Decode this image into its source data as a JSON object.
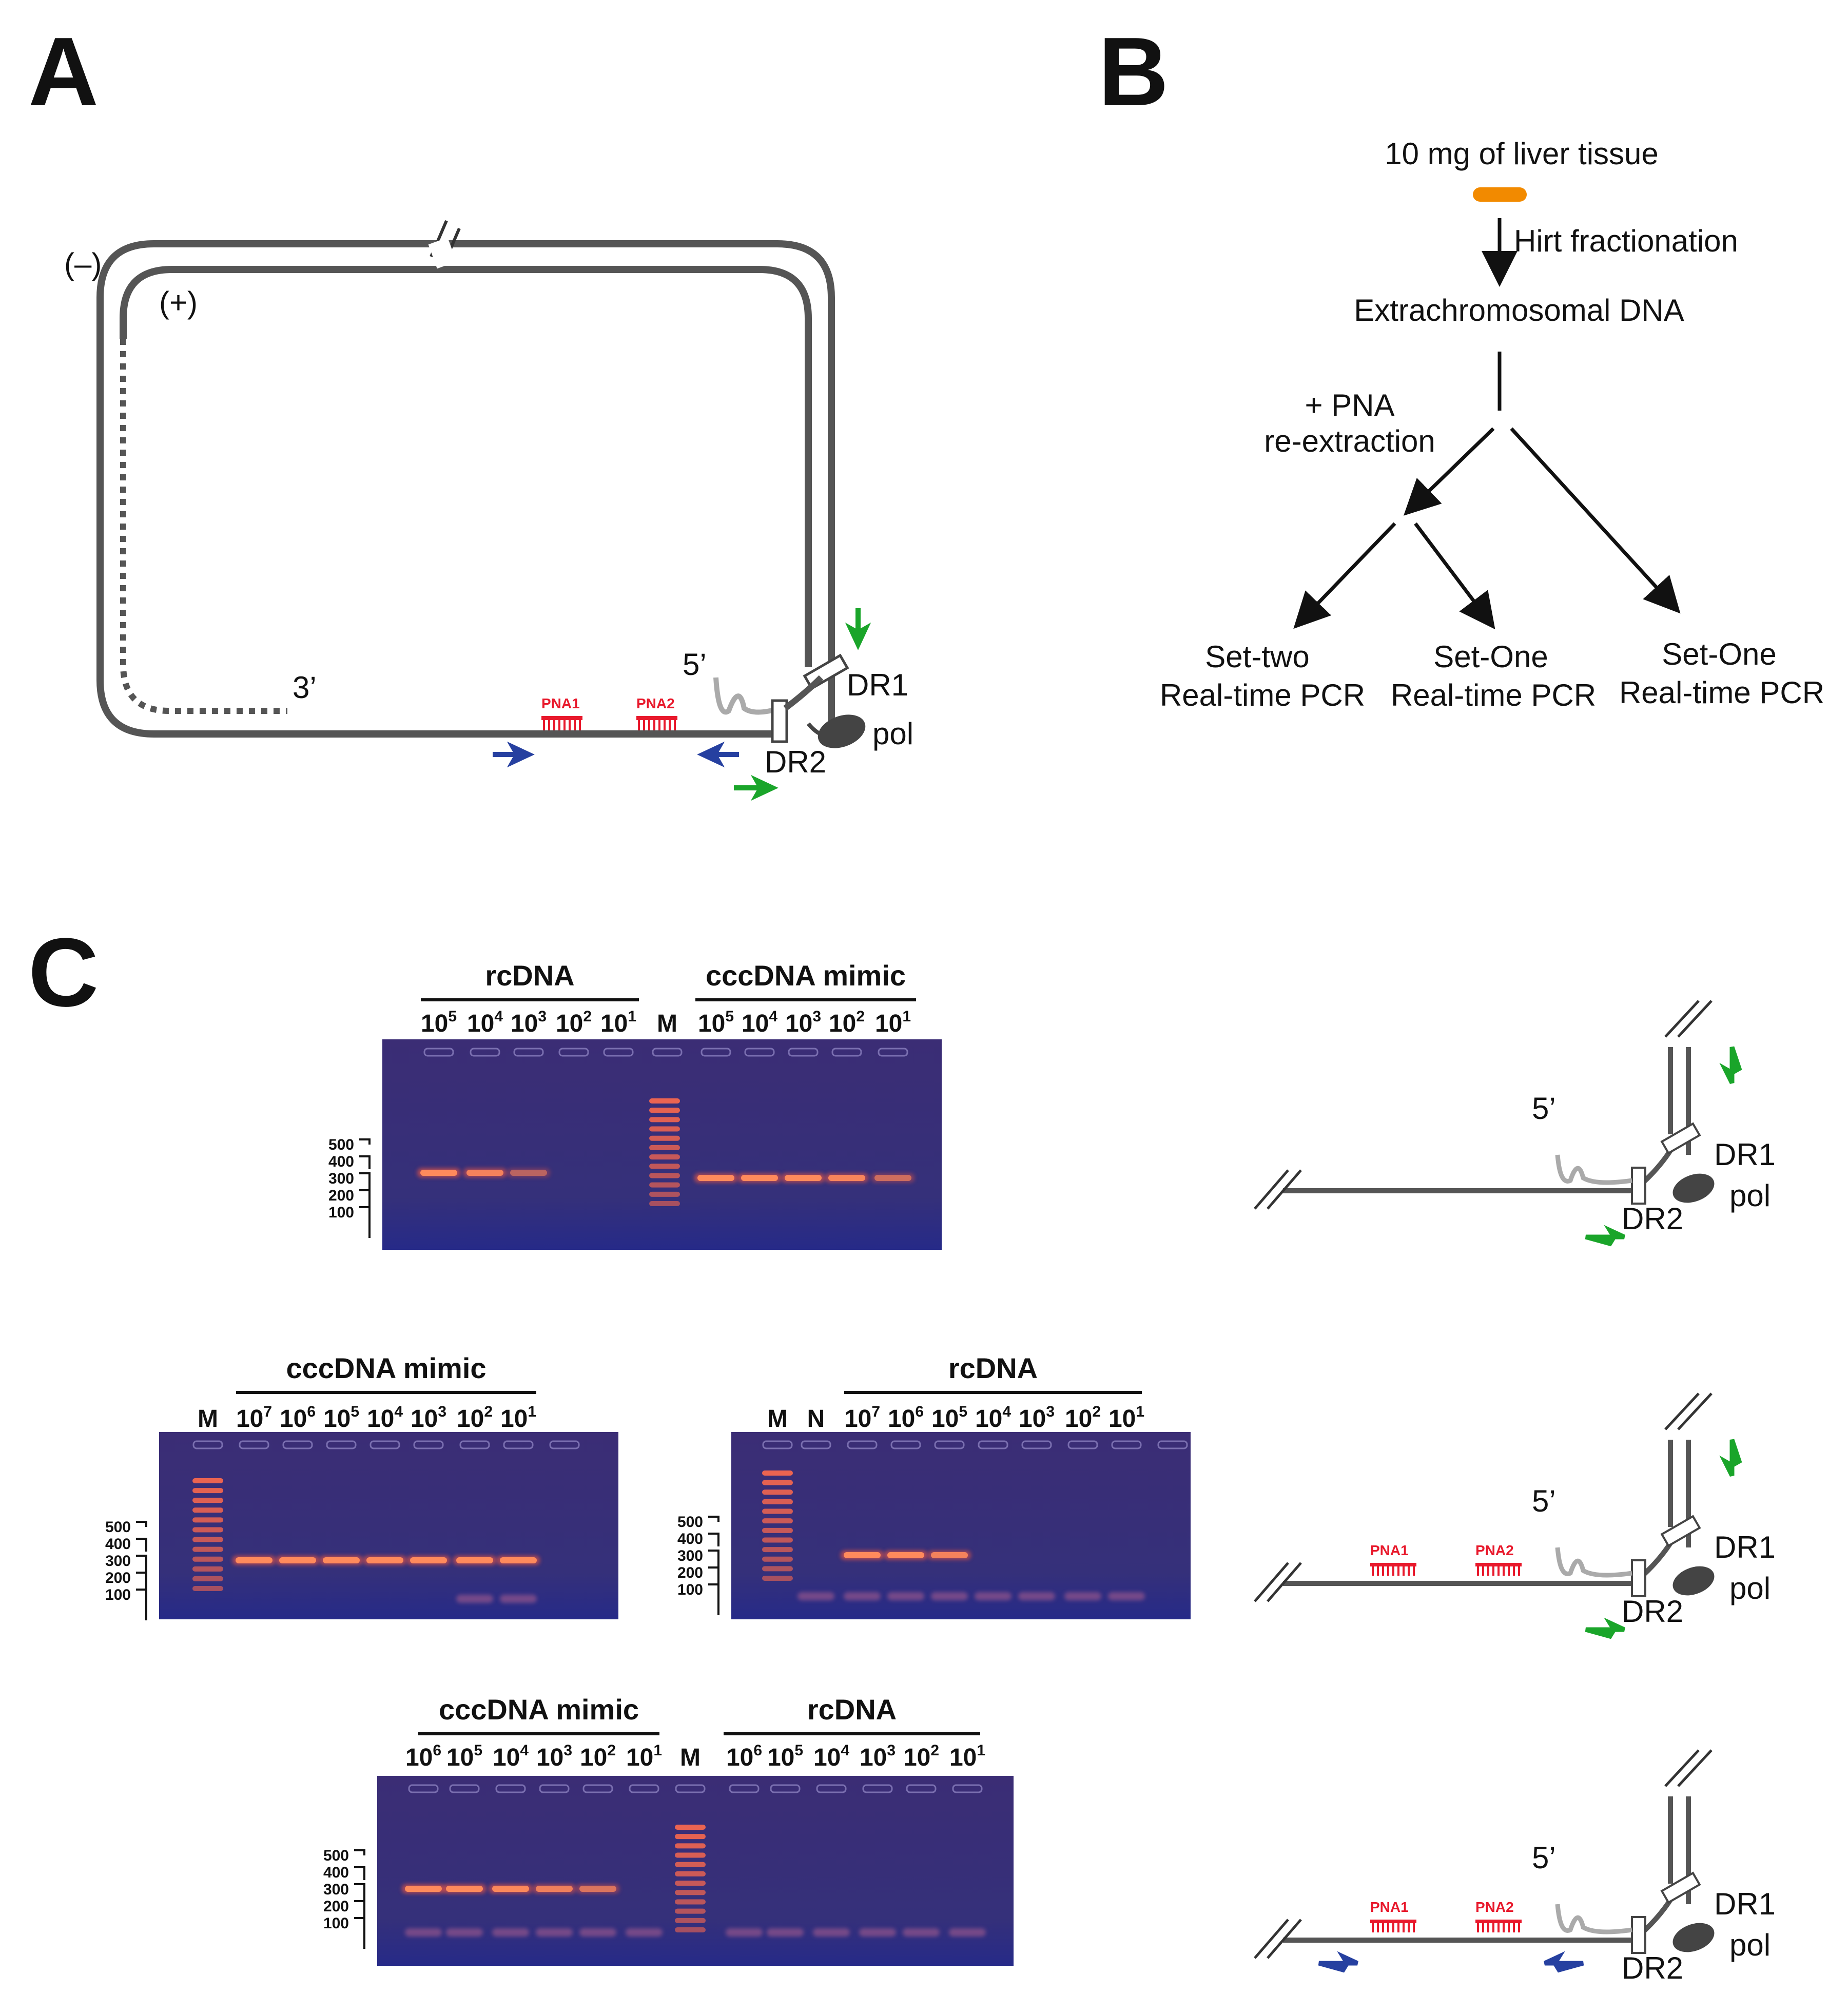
{
  "panels": {
    "a": "A",
    "b": "B",
    "c": "C"
  },
  "panel_a": {
    "minus_strand": "(–)",
    "plus_strand": "(+)",
    "three_prime": "3’",
    "five_prime": "5’",
    "pna1": "PNA1",
    "pna2": "PNA2",
    "dr1": "DR1",
    "dr2": "DR2",
    "pol": "pol"
  },
  "panel_b": {
    "start": "10 mg of liver tissue",
    "step1": "Hirt fractionation",
    "node1": "Extrachromosomal DNA",
    "branch_label_1": "+ PNA",
    "branch_label_2": "re-extraction",
    "outputs": [
      {
        "line1": "Set-two",
        "line2": "Real-time PCR"
      },
      {
        "line1": "Set-One",
        "line2": "Real-time PCR"
      },
      {
        "line1": "Set-One",
        "line2": "Real-time PCR"
      }
    ]
  },
  "panel_c": {
    "ladder_sizes": [
      "500",
      "400",
      "300",
      "200",
      "100"
    ],
    "marker": "M",
    "negative": "N",
    "gel1": {
      "group_left": "rcDNA",
      "group_right": "cccDNA mimic",
      "left_exponents": [
        "5",
        "4",
        "3",
        "2",
        "1"
      ],
      "right_exponents": [
        "5",
        "4",
        "3",
        "2",
        "1"
      ],
      "left_band_intensity": [
        1.0,
        0.85,
        0.35,
        0,
        0
      ],
      "right_band_intensity": [
        1.0,
        1.0,
        1.0,
        0.9,
        0.5
      ]
    },
    "gel2": {
      "group": "cccDNA mimic",
      "exponents": [
        "7",
        "6",
        "5",
        "4",
        "3",
        "2",
        "1"
      ],
      "band_intensity": [
        1.0,
        1.0,
        1.0,
        1.0,
        1.0,
        1.0,
        1.0
      ]
    },
    "gel3": {
      "group": "rcDNA",
      "exponents": [
        "7",
        "6",
        "5",
        "4",
        "3",
        "2",
        "1"
      ],
      "band_intensity": [
        1.0,
        1.0,
        0.85,
        0,
        0,
        0,
        0
      ]
    },
    "gel4": {
      "group_left": "cccDNA mimic",
      "group_right": "rcDNA",
      "left_exponents": [
        "6",
        "5",
        "4",
        "3",
        "2",
        "1"
      ],
      "right_exponents": [
        "6",
        "5",
        "4",
        "3",
        "2",
        "1"
      ],
      "left_band_intensity": [
        1.0,
        1.0,
        0.95,
        0.8,
        0.6,
        0
      ],
      "right_band_intensity": [
        0,
        0,
        0,
        0,
        0,
        0
      ]
    },
    "schematic_labels": {
      "five_prime": "5’",
      "dr1": "DR1",
      "dr2": "DR2",
      "pol": "pol",
      "pna1": "PNA1",
      "pna2": "PNA2"
    }
  },
  "colors": {
    "strand": "#555555",
    "pna": "#e8192c",
    "primer_blue": "#2640a0",
    "primer_green": "#1aa52a",
    "tissue": "#f28a00",
    "gel_bg": "#3a2f78",
    "band": "#ff5a3c"
  }
}
